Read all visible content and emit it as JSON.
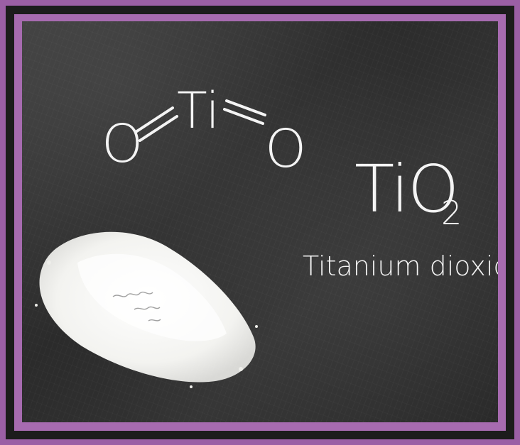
{
  "image": {
    "description_label": "chalkboard",
    "colors": {
      "frame_purple": "#9b5fa5",
      "frame_dark": "#1c1c1c",
      "chalk": "#f4f4f4",
      "powder": "#f7f7f4"
    }
  },
  "structure": {
    "atom_left": "O",
    "atom_center": "Ti",
    "atom_right": "O"
  },
  "formula": {
    "main": "TiO",
    "subscript": "2"
  },
  "name": "Titanium dioxide"
}
